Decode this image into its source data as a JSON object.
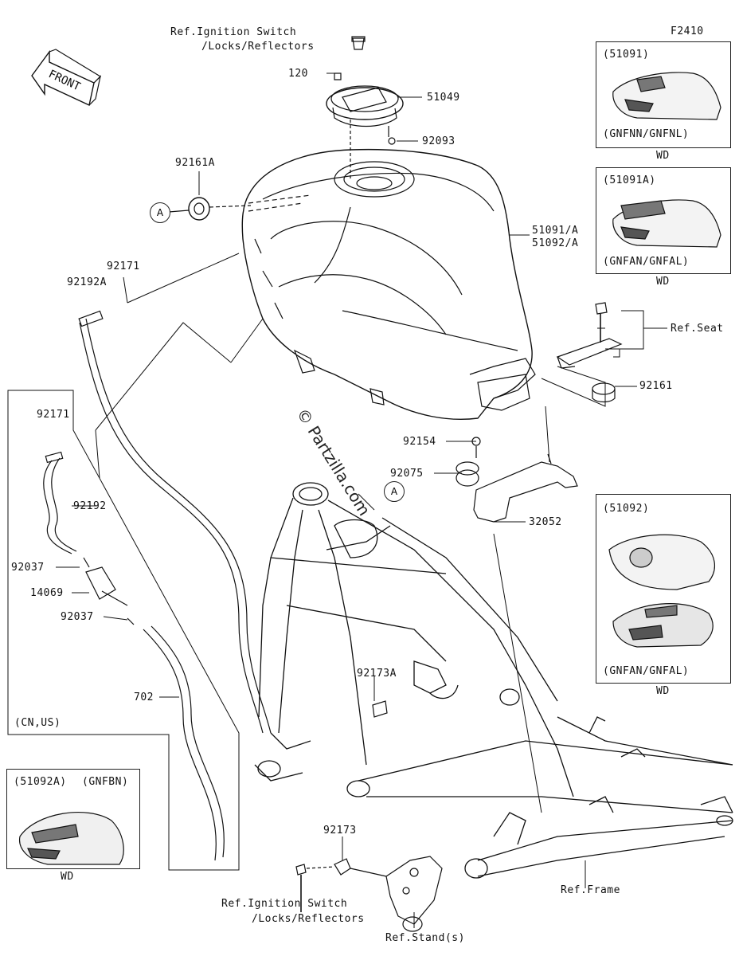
{
  "figure_code": "F2410",
  "watermark": "© Partzilla.com",
  "front_arrow": "FRONT",
  "callout": "A",
  "labels": {
    "ref_ignition_top_1": "Ref.Ignition Switch",
    "ref_ignition_top_2": "/Locks/Reflectors",
    "p120": "120",
    "p51049": "51049",
    "p92093": "92093",
    "p92161A": "92161A",
    "p51091A": "51091/A",
    "p51092A": "51092/A",
    "p92171_main": "92171",
    "p92192A": "92192A",
    "ref_seat": "Ref.Seat",
    "p92161": "92161",
    "p92154": "92154",
    "p92075": "92075",
    "p32052": "32052",
    "p92171_inset": "92171",
    "p92192": "92192",
    "p92037_a": "92037",
    "p14069": "14069",
    "p92037_b": "92037",
    "p702": "702",
    "cn_us": "(CN,US)",
    "p92173A": "92173A",
    "p92173": "92173",
    "ref_ignition_bot_1": "Ref.Ignition Switch",
    "ref_ignition_bot_2": "/Locks/Reflectors",
    "ref_stand": "Ref.Stand(s)",
    "ref_frame": "Ref.Frame"
  },
  "variant_boxes": [
    {
      "code": "(51091)",
      "models": "(GNFNN/GNFNL)",
      "wd": "WD"
    },
    {
      "code": "(51091A)",
      "models": "(GNFAN/GNFAL)",
      "wd": "WD"
    },
    {
      "code": "(51092)",
      "models": "(GNFAN/GNFAL)",
      "wd": "WD"
    },
    {
      "code": "(51092A)",
      "models": "(GNFBN)",
      "wd": "WD"
    }
  ]
}
